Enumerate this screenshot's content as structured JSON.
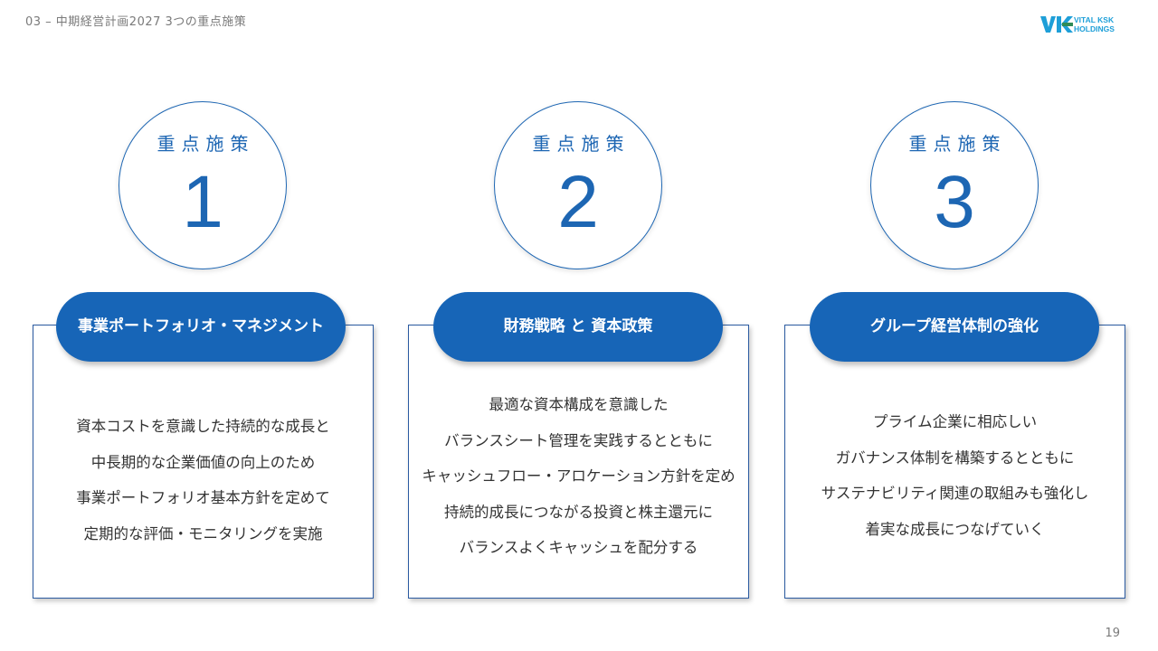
{
  "header": {
    "breadcrumb": "03 – 中期経営計画2027  3つの重点施策",
    "logo": {
      "line1": "VITAL KSK",
      "line2": "HOLDINGS",
      "color": "#1e9fd8"
    }
  },
  "pillars": [
    {
      "label": "重点施策",
      "number": "1",
      "title": "事業ポートフォリオ・マネジメント",
      "lines": [
        "資本コストを意識した持続的な成長と",
        "中長期的な企業価値の向上のため",
        "事業ポートフォリオ基本方針を定めて",
        "定期的な評価・モニタリングを実施"
      ]
    },
    {
      "label": "重点施策",
      "number": "2",
      "title": "財務戦略 と 資本政策",
      "lines": [
        "最適な資本構成を意識した",
        "バランスシート管理を実践するとともに",
        "キャッシュフロー・アロケーション方針を定め",
        "持続的成長につながる投資と株主還元に",
        "バランスよくキャッシュを配分する"
      ]
    },
    {
      "label": "重点施策",
      "number": "3",
      "title": "グループ経営体制の強化",
      "lines": [
        "プライム企業に相応しい",
        "ガバナンス体制を構築するとともに",
        "サステナビリティ関連の取組みも強化し",
        "着実な成長につなげていく"
      ]
    }
  ],
  "footer": {
    "page_number": "19"
  },
  "colors": {
    "primary_blue": "#1765b7",
    "circle_blue": "#1d66b3",
    "text_gray": "#333333"
  }
}
